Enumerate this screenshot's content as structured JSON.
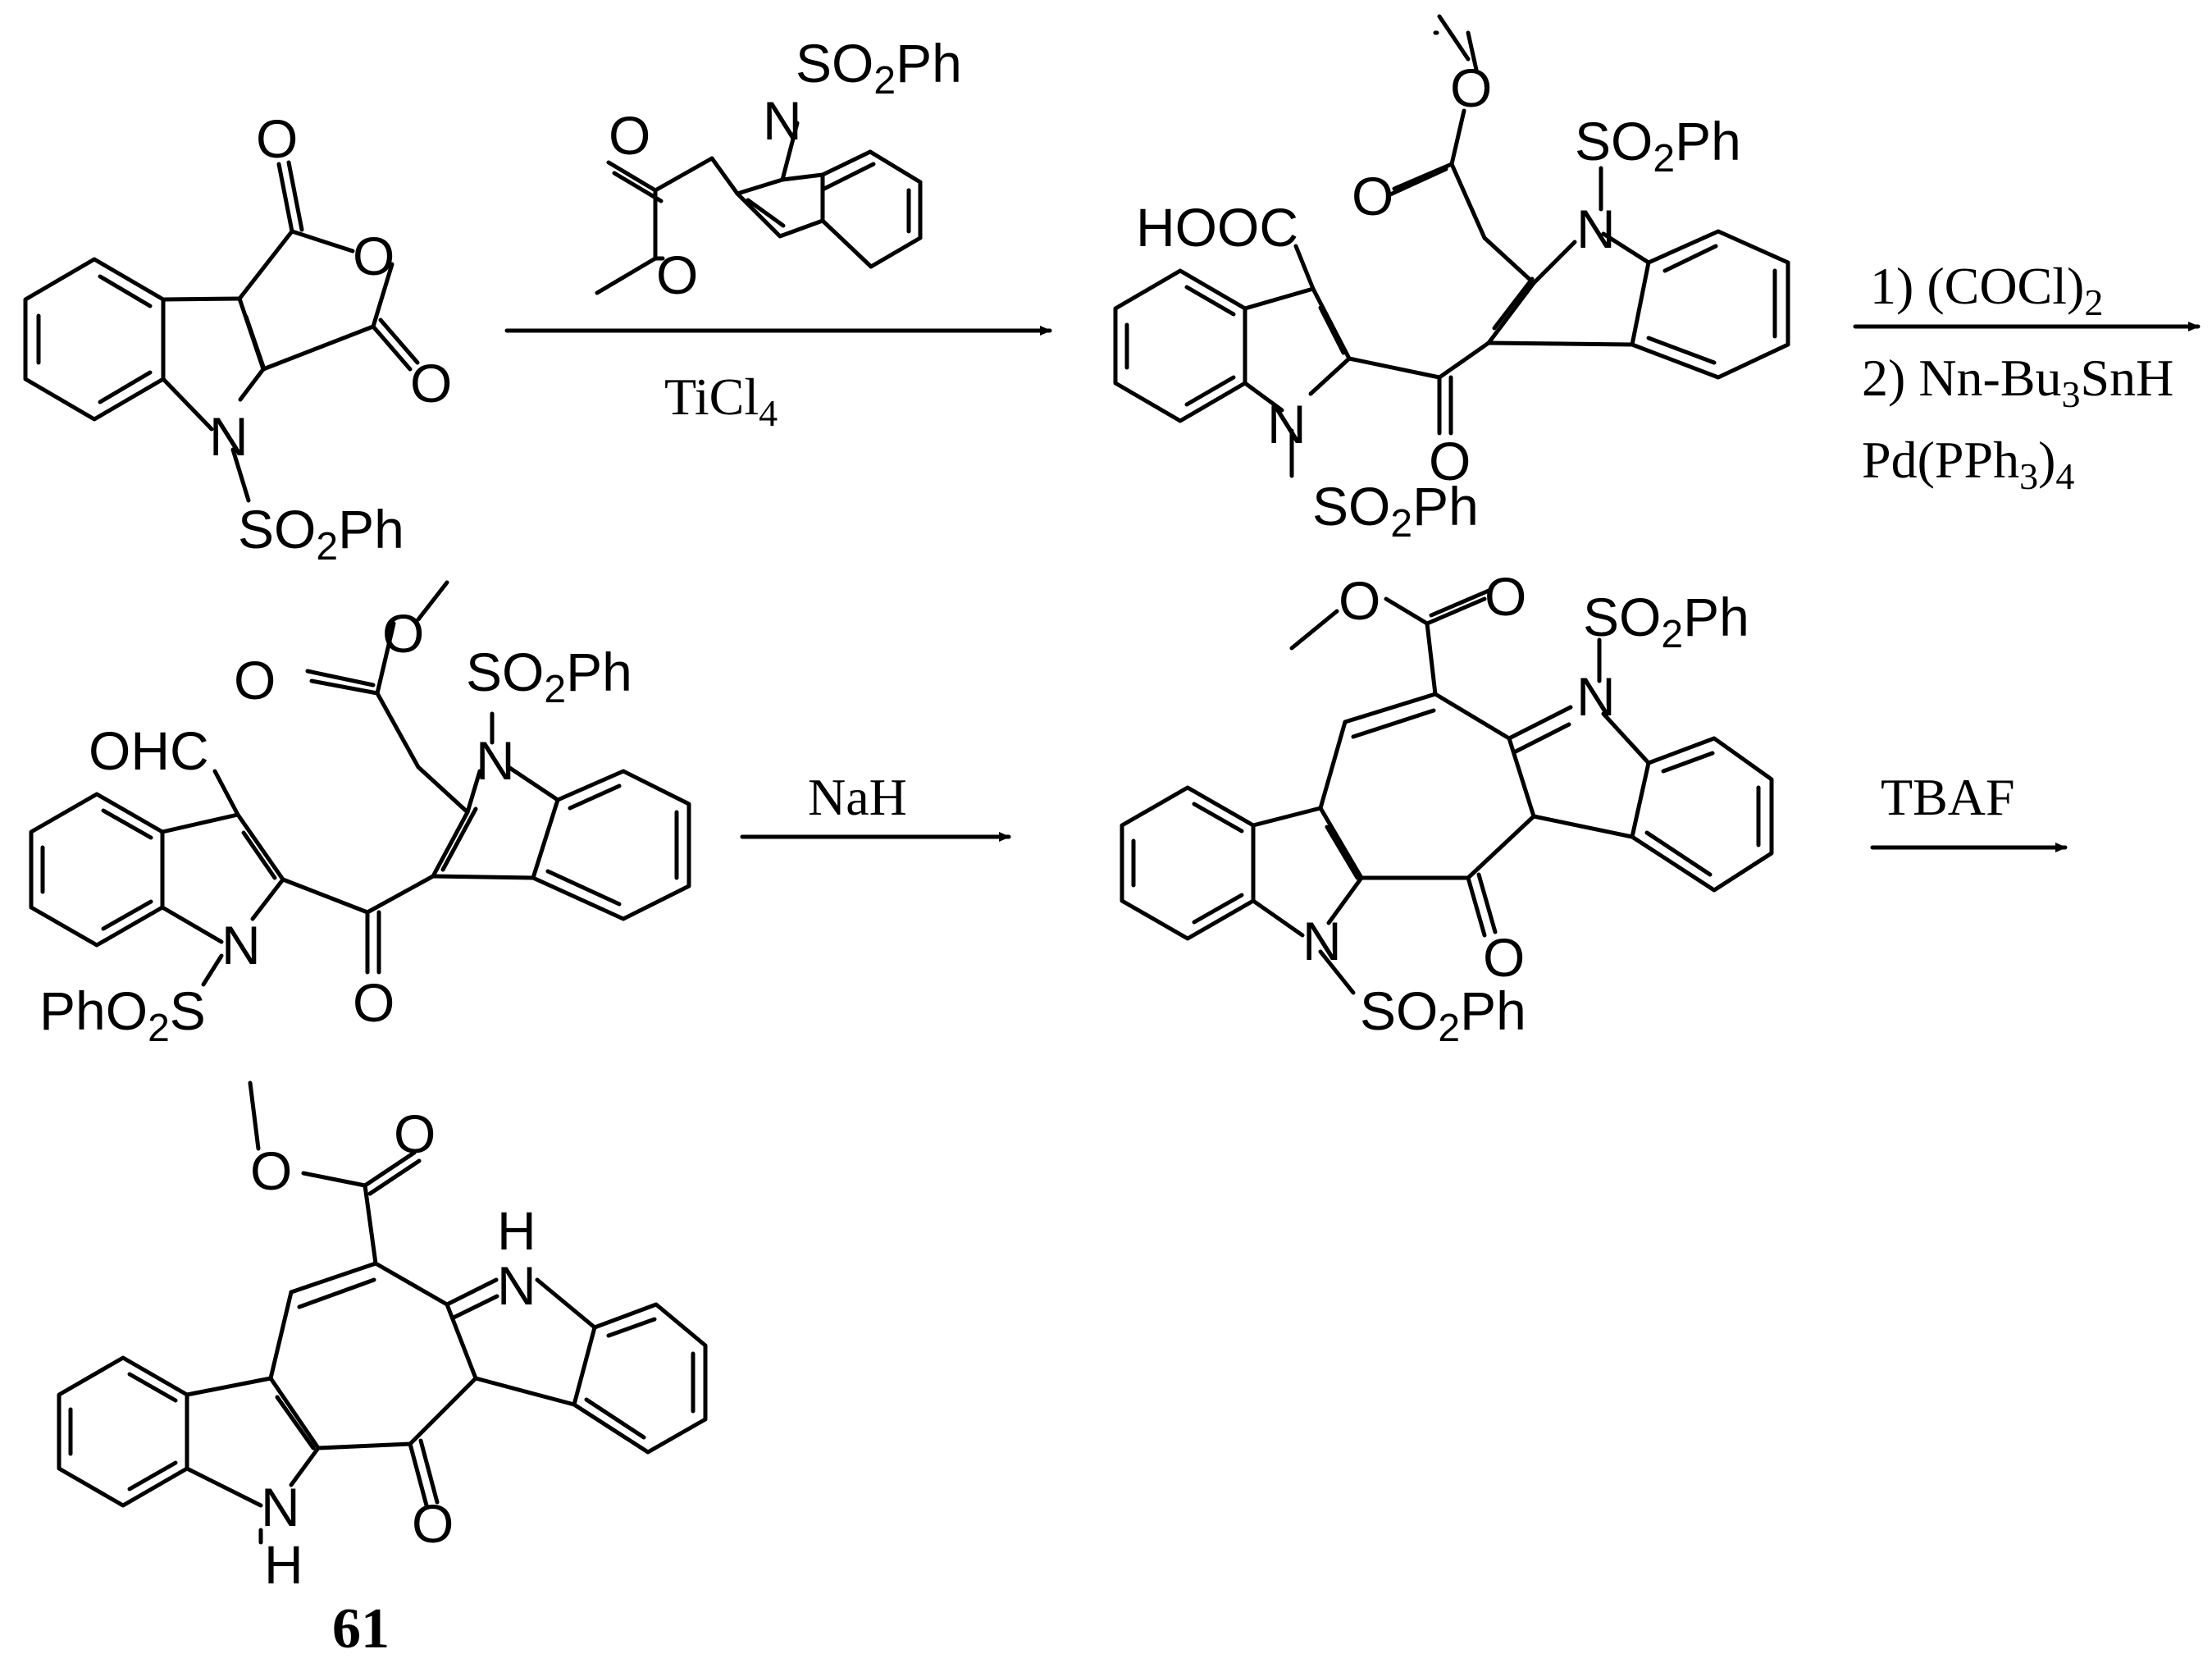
{
  "scheme": {
    "background": "#ffffff",
    "ink": "#000000",
    "labels": {
      "so2ph": "SO2Ph",
      "pho2s": "PhO2S",
      "hooc": "HOOC",
      "ohc": "OHC",
      "n": "N",
      "h": "H",
      "o": "O"
    },
    "conditions": {
      "step1_below": "TiCl4",
      "step2_line1": "1) (COCl)2",
      "step2_line2": "2) Nn-Bu3SnH",
      "step2_line3": "Pd(PPh3)4",
      "step3": "NaH",
      "step4": "TBAF"
    },
    "compound_label": "61"
  }
}
